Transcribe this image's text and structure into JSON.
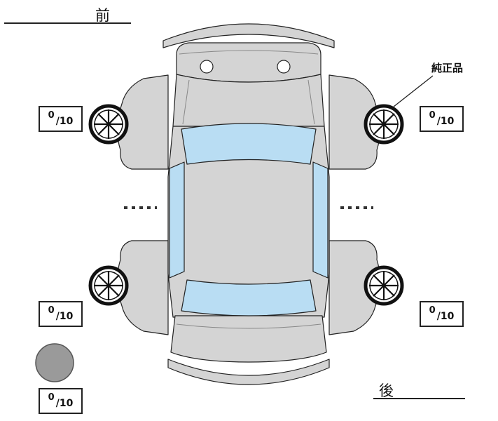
{
  "diagram": {
    "front_label": "前",
    "rear_label": "後",
    "genuine_part_label": "純正品",
    "tread": {
      "front_left": {
        "value": "0",
        "max": "/10"
      },
      "front_right": {
        "value": "0",
        "max": "/10"
      },
      "rear_left": {
        "value": "0",
        "max": "/10"
      },
      "rear_right": {
        "value": "0",
        "max": "/10"
      },
      "spare": {
        "value": "0",
        "max": "/10"
      }
    },
    "colors": {
      "body": "#d4d4d4",
      "glass": "#b9ddf3",
      "outline": "#222222",
      "wheel": "#111111",
      "spare_fill": "#9a9a9a",
      "background": "#ffffff"
    }
  }
}
